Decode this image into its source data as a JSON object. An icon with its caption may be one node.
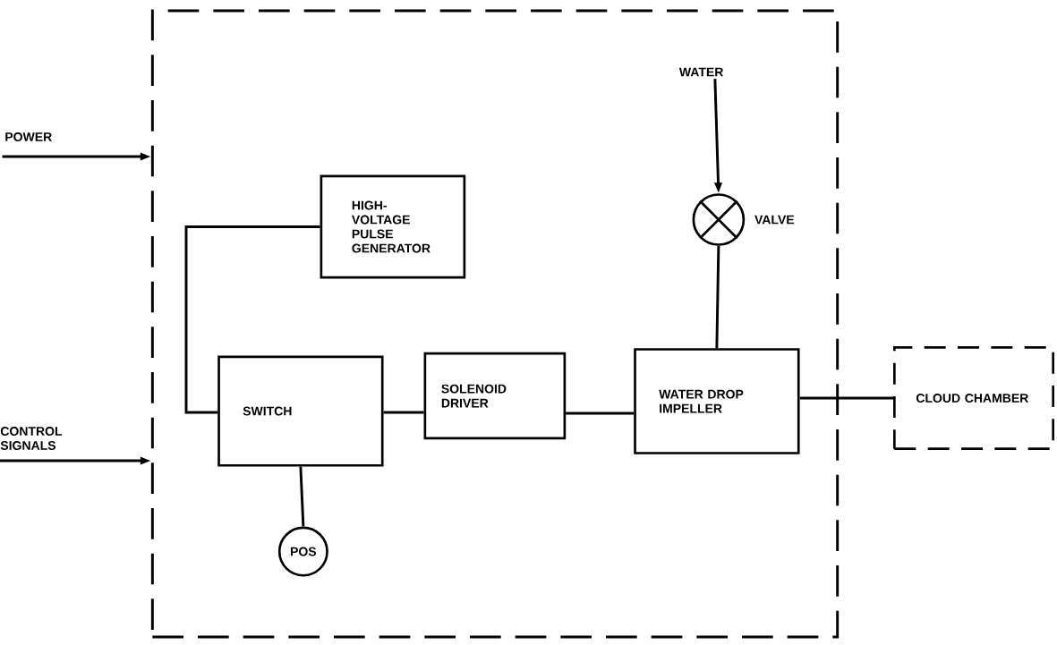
{
  "diagram": {
    "nodes": [
      {
        "text": [],
        "shape": "box"
      },
      {
        "text": [
          "POWER"
        ]
      },
      {
        "text": [
          "CONTROL SIGNALS"
        ]
      },
      {
        "text": [
          "WATER"
        ],
        "in": 0
      },
      {
        "text": [
          "HIGH-VOLTAGE PULSE GENERATOR"
        ],
        "in": 0
      },
      {
        "text": [],
        "shape": "circle",
        "beside": [
          "VALVE"
        ],
        "in": 0
      },
      {
        "text": [
          "SWITCH"
        ],
        "in": 0
      },
      {
        "text": [
          "SOLENOID DRIVER"
        ],
        "in": 0
      },
      {
        "text": [
          "WATER DROP IMPELLER"
        ],
        "in": 0
      },
      {
        "text": [
          "POS"
        ],
        "in": 0
      },
      {
        "text": [
          "CLOUD CHAMBER"
        ]
      }
    ],
    "edges": [
      {
        "from": 1,
        "to": 0,
        "arrow": "to"
      },
      {
        "from": 2,
        "to": 0,
        "arrow": "to"
      },
      {
        "from": 3,
        "to": 5,
        "arrow": "to"
      },
      {
        "from": 5,
        "to": 8,
        "arrow": "none"
      },
      {
        "from": 4,
        "to": 6,
        "arrow": "none"
      },
      {
        "from": 6,
        "to": 7,
        "arrow": "none"
      },
      {
        "from": 7,
        "to": 8,
        "arrow": "none"
      },
      {
        "from": 6,
        "to": 9,
        "arrow": "none"
      },
      {
        "from": 8,
        "to": 10,
        "arrow": "none"
      }
    ]
  }
}
